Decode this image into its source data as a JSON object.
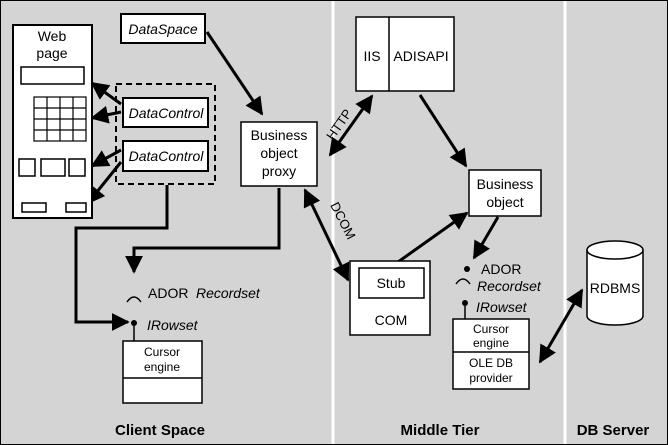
{
  "zones": {
    "client": {
      "label": "Client Space"
    },
    "middle": {
      "label": "Middle Tier"
    },
    "db": {
      "label": "DB Server"
    }
  },
  "nodes": {
    "web_page": {
      "line1": "Web",
      "line2": "page"
    },
    "dataspace": {
      "label": "DataSpace"
    },
    "datacontrol_1": {
      "label": "DataControl"
    },
    "datacontrol_2": {
      "label": "DataControl"
    },
    "business_object_proxy": {
      "line1": "Business",
      "line2": "object",
      "line3": "proxy"
    },
    "iis": {
      "label": "IIS"
    },
    "adisapi": {
      "label": "ADISAPI"
    },
    "business_object": {
      "line1": "Business",
      "line2": "object"
    },
    "stub": {
      "label": "Stub"
    },
    "com": {
      "label": "COM"
    },
    "client_cursor_engine": {
      "line1": "Cursor",
      "line2": "engine"
    },
    "server_cursor_engine": {
      "line1": "Cursor",
      "line2": "engine"
    },
    "oledb_provider": {
      "line1": "OLE DB",
      "line2": "provider"
    },
    "rdbms": {
      "label": "RDBMS"
    }
  },
  "interfaces": {
    "client_ador": {
      "prefix": "ADOR",
      "name": "Recordset"
    },
    "client_irowset": {
      "name": "IRowset"
    },
    "server_ador_prefix": "ADOR",
    "server_ador_name": "Recordset",
    "server_irowset": {
      "name": "IRowset"
    }
  },
  "edge_labels": {
    "http": "HTTP",
    "dcom": "DCOM"
  },
  "colors": {
    "background": "#d4d4d4",
    "box_fill": "#ffffff",
    "line": "#000000",
    "divider": "#ffffff"
  }
}
